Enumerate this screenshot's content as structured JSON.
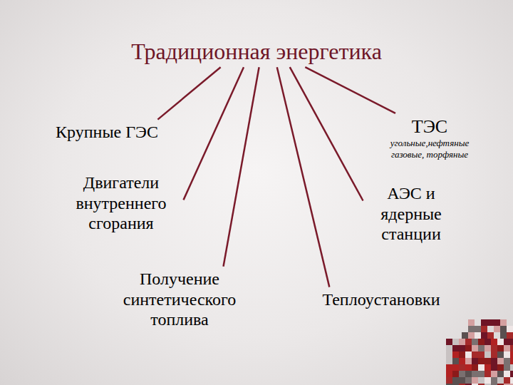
{
  "diagram": {
    "nodes": [
      {
        "text": [
          "Традиционная энергетика"
        ]
      },
      {
        "text": [
          "Крупные ГЭС"
        ]
      },
      {
        "text": [
          "ТЭС",
          "угольные,нефтяные газовые, торфяные"
        ]
      },
      {
        "text": [
          "Двигатели внутреннего сгорания"
        ]
      },
      {
        "text": [
          "АЭС и ядерные станции"
        ]
      },
      {
        "text": [
          "Получение синтетического топлива"
        ]
      },
      {
        "text": [
          "Теплоустановки"
        ]
      }
    ],
    "edges": [
      {
        "from": 0,
        "to": 1,
        "arrow": "none"
      },
      {
        "from": 0,
        "to": 2,
        "arrow": "none"
      },
      {
        "from": 0,
        "to": 3,
        "arrow": "none"
      },
      {
        "from": 0,
        "to": 4,
        "arrow": "none"
      },
      {
        "from": 0,
        "to": 5,
        "arrow": "none"
      },
      {
        "from": 0,
        "to": 6,
        "arrow": "none"
      }
    ]
  }
}
